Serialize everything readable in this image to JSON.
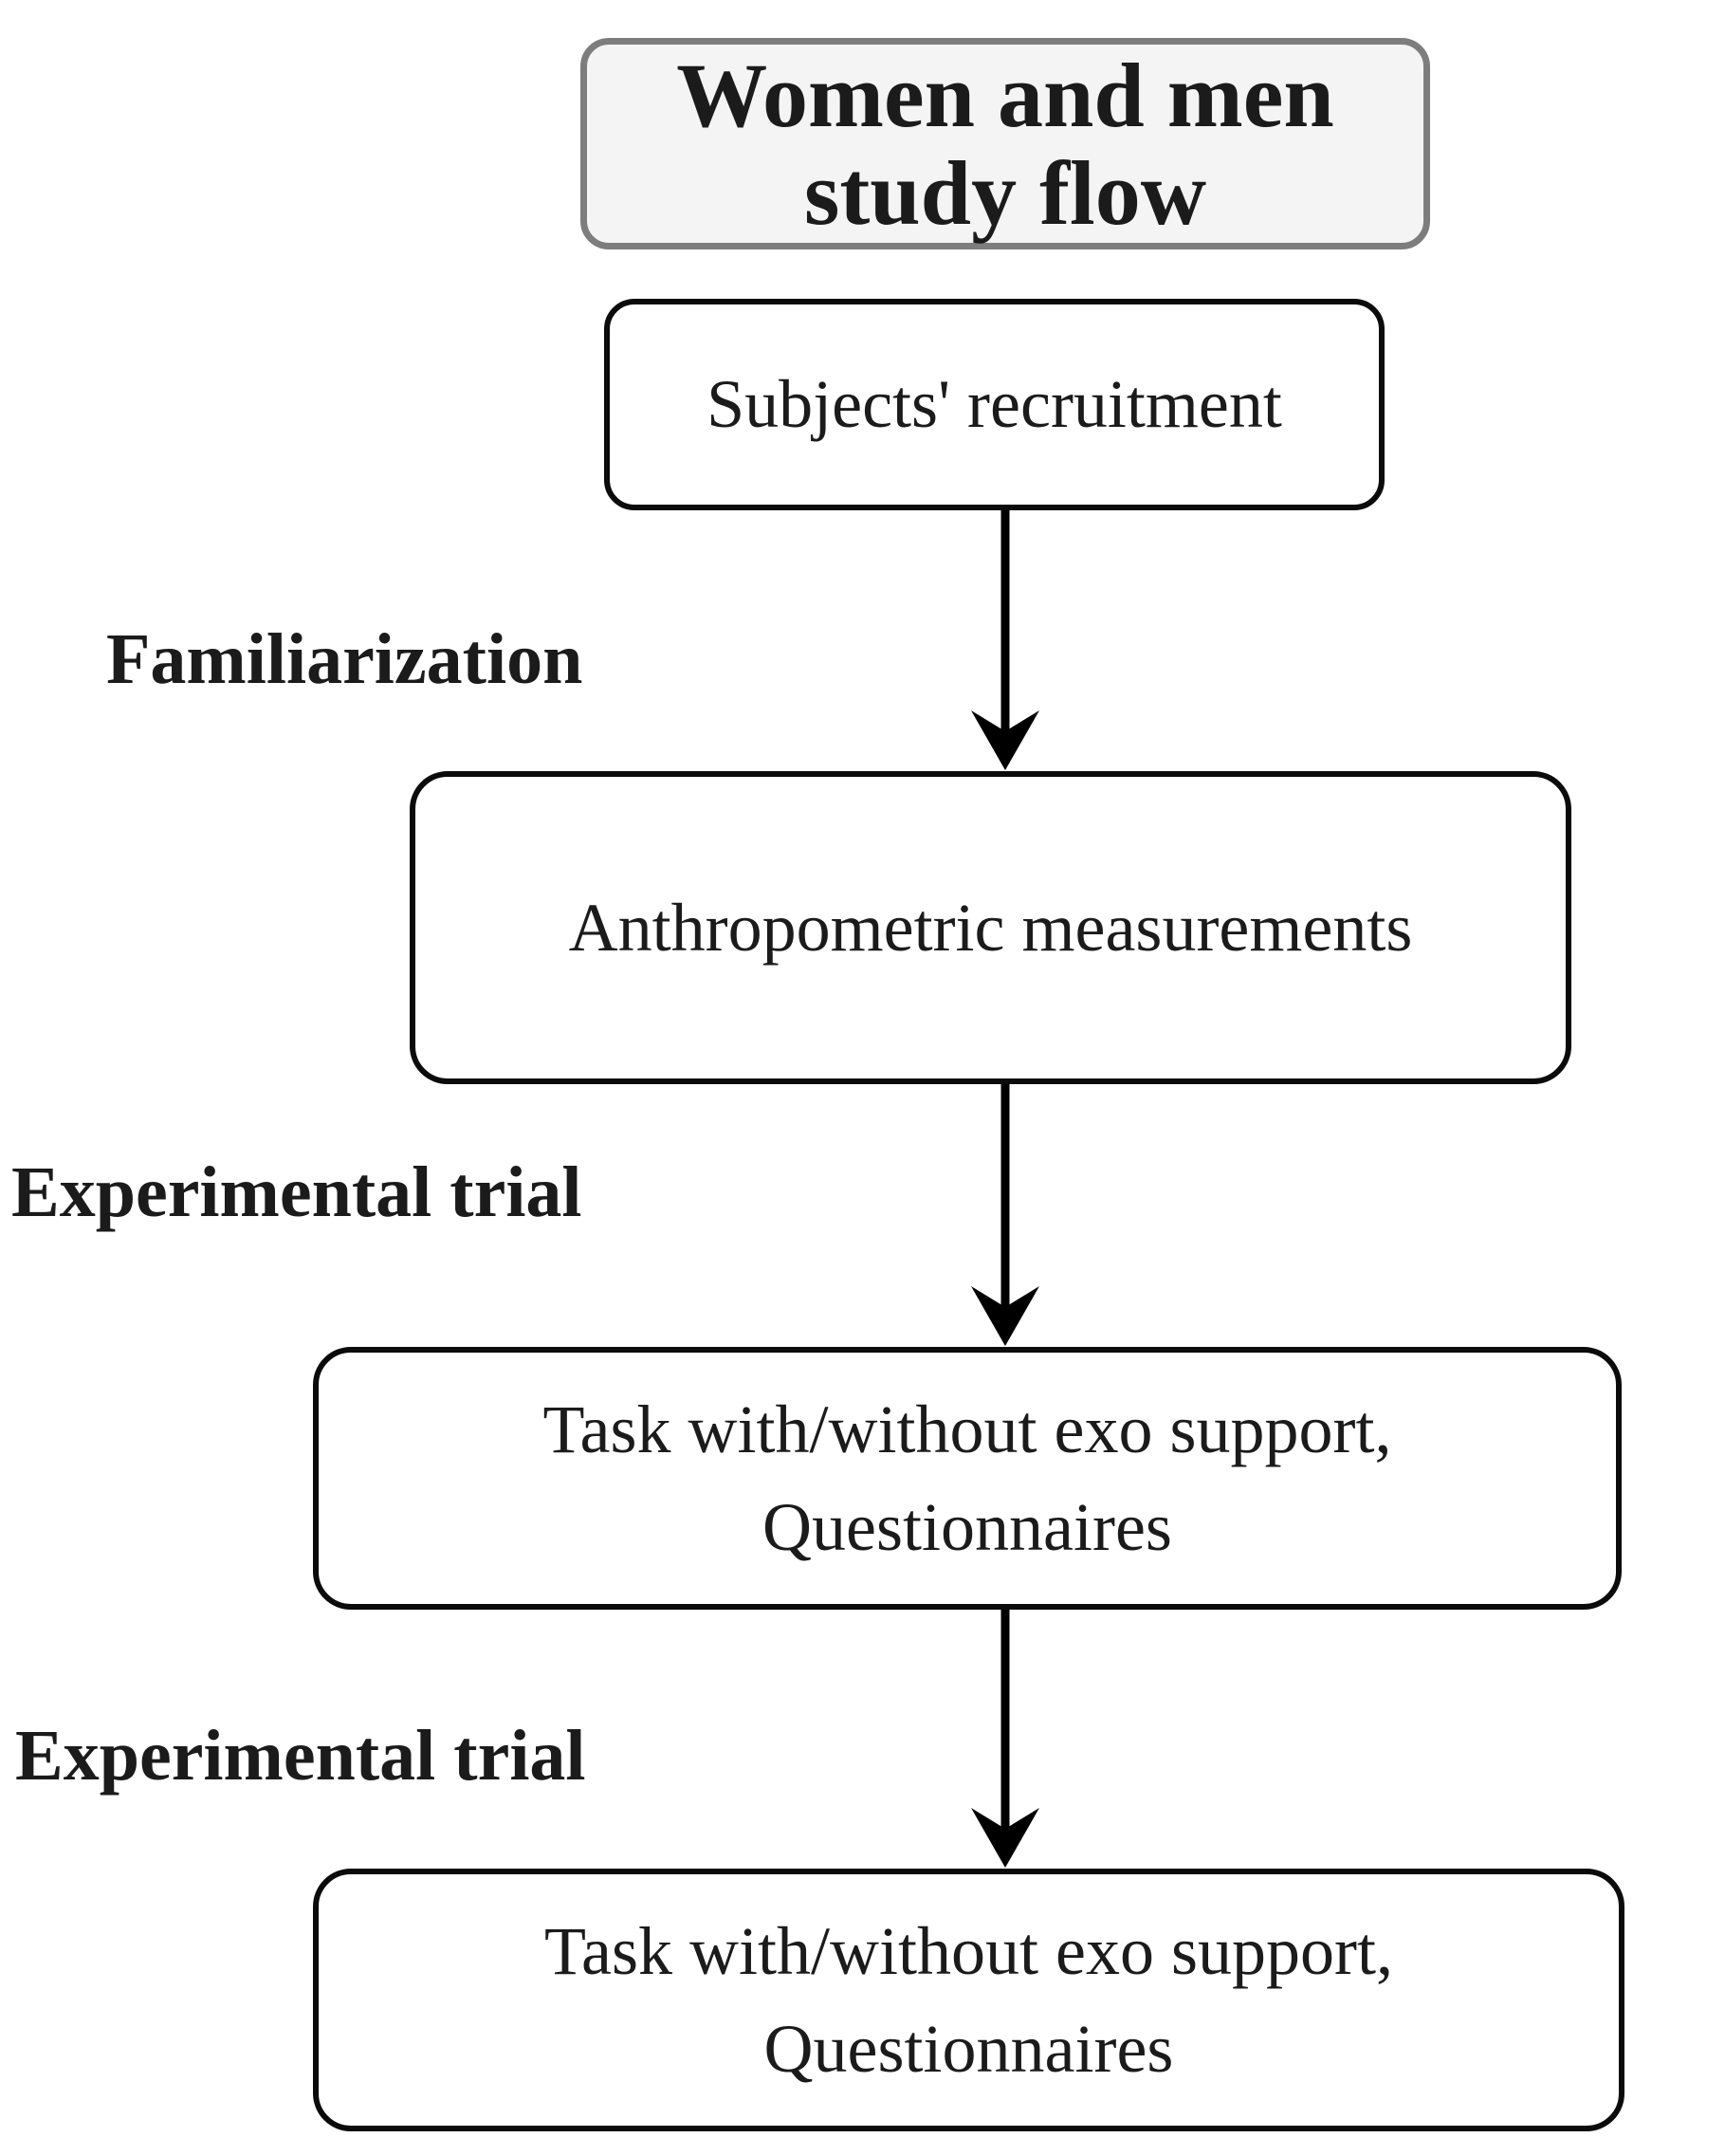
{
  "diagram": {
    "title": {
      "line1": "Women and men",
      "line2": "study flow"
    },
    "nodes": {
      "recruitment": {
        "line1": "Subjects' recruitment"
      },
      "anthropometric": {
        "line1": "Anthropometric measurements"
      },
      "trial1": {
        "line1": "Task with/without exo support,",
        "line2": "Questionnaires"
      },
      "trial2": {
        "line1": "Task with/without exo support,",
        "line2": "Questionnaires"
      }
    },
    "labels": {
      "familiarization": "Familiarization",
      "experimental1": "Experimental trial",
      "experimental2": "Experimental trial"
    },
    "colors": {
      "background": "#ffffff",
      "title_fill": "#f4f4f4",
      "title_border": "#7d7d7d",
      "node_fill": "#ffffff",
      "node_border": "#0b0b0b",
      "text": "#1b1b1b",
      "arrow": "#000000"
    }
  }
}
